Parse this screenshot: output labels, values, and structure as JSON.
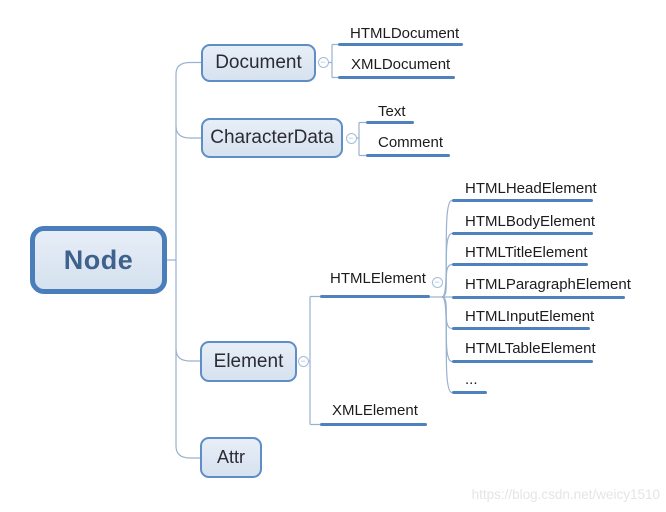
{
  "root": {
    "label": "Node"
  },
  "branches": {
    "document": {
      "label": "Document",
      "children": [
        {
          "label": "HTMLDocument"
        },
        {
          "label": "XMLDocument"
        }
      ]
    },
    "characterdata": {
      "label": "CharacterData",
      "children": [
        {
          "label": "Text"
        },
        {
          "label": "Comment"
        }
      ]
    },
    "element": {
      "label": "Element",
      "children": [
        {
          "label": "HTMLElement",
          "children": [
            {
              "label": "HTMLHeadElement"
            },
            {
              "label": "HTMLBodyElement"
            },
            {
              "label": "HTMLTitleElement"
            },
            {
              "label": "HTMLParagraphElement"
            },
            {
              "label": "HTMLInputElement"
            },
            {
              "label": "HTMLTableElement"
            },
            {
              "label": "..."
            }
          ]
        },
        {
          "label": "XMLElement"
        }
      ]
    },
    "attr": {
      "label": "Attr"
    }
  },
  "toggle": {
    "symbol": "−"
  },
  "colors": {
    "accent": "#4f81bd",
    "box_fill": "#dce6f2",
    "box_border": "#5f8dc6",
    "root_border": "#4a7ebb",
    "root_text": "#3e618e",
    "connector": "#9ab1cf"
  },
  "watermark": {
    "text": "https://blog.csdn.net/weicy1510"
  }
}
